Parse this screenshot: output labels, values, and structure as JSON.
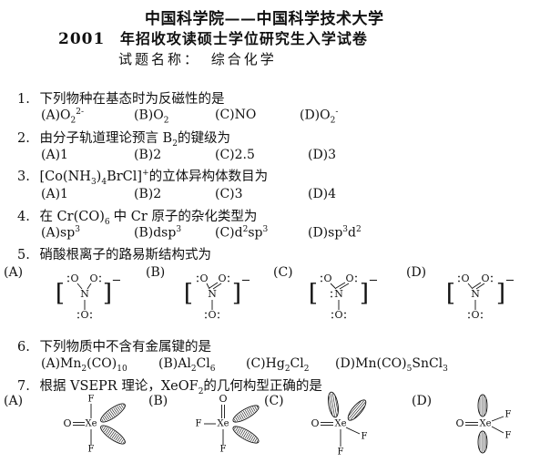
{
  "header": {
    "line1": "中国科学院——中国科学技术大学",
    "year": "2001",
    "line2": "年招收攻读硕士学位研究生入学试卷",
    "subject_label": "试题名称：",
    "subject_value": "综合化学"
  },
  "q1": {
    "num": "1.",
    "text": "下列物种在基态时为反磁性的是",
    "options": [
      {
        "pre": "(A)O",
        "sub": "2",
        "sup": "2-"
      },
      {
        "pre": "(B)O",
        "sub": "2",
        "sup": ""
      },
      {
        "pre": "(C)NO",
        "sub": "",
        "sup": ""
      },
      {
        "pre": "(D)O",
        "sub": "2",
        "sup": "-"
      }
    ]
  },
  "q2": {
    "num": "2.",
    "pre": "由分子轨道理论预言 B",
    "sub": "2",
    "post": "的键级为",
    "options": [
      "(A)1",
      "(B)2",
      "(C)2.5",
      "(D)3"
    ]
  },
  "q3": {
    "num": "3.",
    "a": "[Co(NH",
    "s1": "3",
    "b": ")",
    "s2": "4",
    "c": "BrCl]",
    "sup": "+",
    "d": "的立体异构体数目为",
    "options": [
      "(A)1",
      "(B)2",
      "(C)3",
      "(D)4"
    ]
  },
  "q4": {
    "num": "4.",
    "a": "在 Cr(CO)",
    "sub": "6",
    "b": "中 Cr 原子的杂化类型为",
    "options": [
      {
        "pre": "(A)sp",
        "s1": "3",
        "mid": "",
        "s2": ""
      },
      {
        "pre": "(B)dsp",
        "s1": "3",
        "mid": "",
        "s2": ""
      },
      {
        "pre": "(C)d",
        "s1": "2",
        "mid": "sp",
        "s2": "3"
      },
      {
        "pre": "(D)sp",
        "s1": "3",
        "mid": "d",
        "s2": "2"
      }
    ]
  },
  "q5": {
    "num": "5.",
    "text": "硝酸根离子的路易斯结构式为",
    "labels": [
      "(A)",
      "(B)",
      "(C)",
      "(D)"
    ],
    "atom_o": "O",
    "atom_n": "N",
    "bracket_left": "[",
    "bracket_right": "]",
    "charge": "−"
  },
  "q6": {
    "num": "6.",
    "text": "下列物质中不含有金属键的是",
    "options": [
      {
        "parts": [
          "(A)Mn",
          "2",
          "(CO)",
          "10",
          ""
        ]
      },
      {
        "parts": [
          "(B)Al",
          "2",
          "Cl",
          "6",
          ""
        ]
      },
      {
        "parts": [
          "(C)Hg",
          "2",
          "Cl",
          "2",
          ""
        ]
      },
      {
        "parts": [
          "(D)Mn(CO)",
          "5",
          "SnCl",
          "3",
          ""
        ]
      }
    ]
  },
  "q7": {
    "num": "7.",
    "a": "根据 VSEPR 理论，XeOF",
    "sub": "2",
    "b": "的几何构型正确的是",
    "labels": [
      "(A)",
      "(B)",
      "(C)",
      "(D)"
    ],
    "atom_o": "O",
    "atom_xe": "Xe",
    "atom_f": "F"
  }
}
